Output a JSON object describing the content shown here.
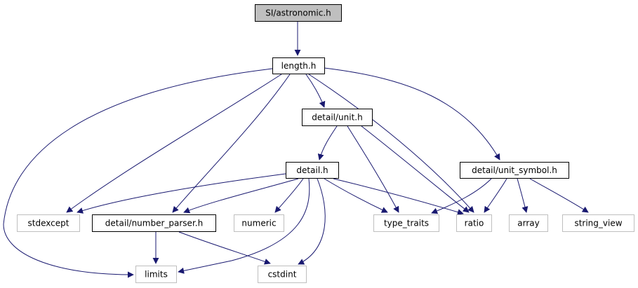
{
  "diagram": {
    "edge_color": "#191970",
    "nodes": {
      "root": {
        "label": "SI/astronomic.h",
        "kind": "root"
      },
      "length": {
        "label": "length.h",
        "kind": "internal"
      },
      "unit": {
        "label": "detail/unit.h",
        "kind": "internal"
      },
      "detail": {
        "label": "detail.h",
        "kind": "internal"
      },
      "unit_symbol": {
        "label": "detail/unit_symbol.h",
        "kind": "internal"
      },
      "number_parser": {
        "label": "detail/number_parser.h",
        "kind": "internal"
      },
      "stdexcept": {
        "label": "stdexcept",
        "kind": "external"
      },
      "numeric": {
        "label": "numeric",
        "kind": "external"
      },
      "type_traits": {
        "label": "type_traits",
        "kind": "external"
      },
      "ratio": {
        "label": "ratio",
        "kind": "external"
      },
      "array": {
        "label": "array",
        "kind": "external"
      },
      "string_view": {
        "label": "string_view",
        "kind": "external"
      },
      "limits": {
        "label": "limits",
        "kind": "external"
      },
      "cstdint": {
        "label": "cstdint",
        "kind": "external"
      }
    },
    "edges": [
      [
        "root",
        "length"
      ],
      [
        "length",
        "unit"
      ],
      [
        "length",
        "unit_symbol"
      ],
      [
        "length",
        "ratio"
      ],
      [
        "length",
        "number_parser"
      ],
      [
        "length",
        "stdexcept"
      ],
      [
        "length",
        "limits"
      ],
      [
        "unit",
        "detail"
      ],
      [
        "unit",
        "type_traits"
      ],
      [
        "unit",
        "ratio"
      ],
      [
        "detail",
        "stdexcept"
      ],
      [
        "detail",
        "number_parser"
      ],
      [
        "detail",
        "numeric"
      ],
      [
        "detail",
        "type_traits"
      ],
      [
        "detail",
        "ratio"
      ],
      [
        "detail",
        "limits"
      ],
      [
        "detail",
        "cstdint"
      ],
      [
        "unit_symbol",
        "type_traits"
      ],
      [
        "unit_symbol",
        "ratio"
      ],
      [
        "unit_symbol",
        "array"
      ],
      [
        "unit_symbol",
        "string_view"
      ],
      [
        "number_parser",
        "limits"
      ],
      [
        "number_parser",
        "cstdint"
      ]
    ]
  }
}
